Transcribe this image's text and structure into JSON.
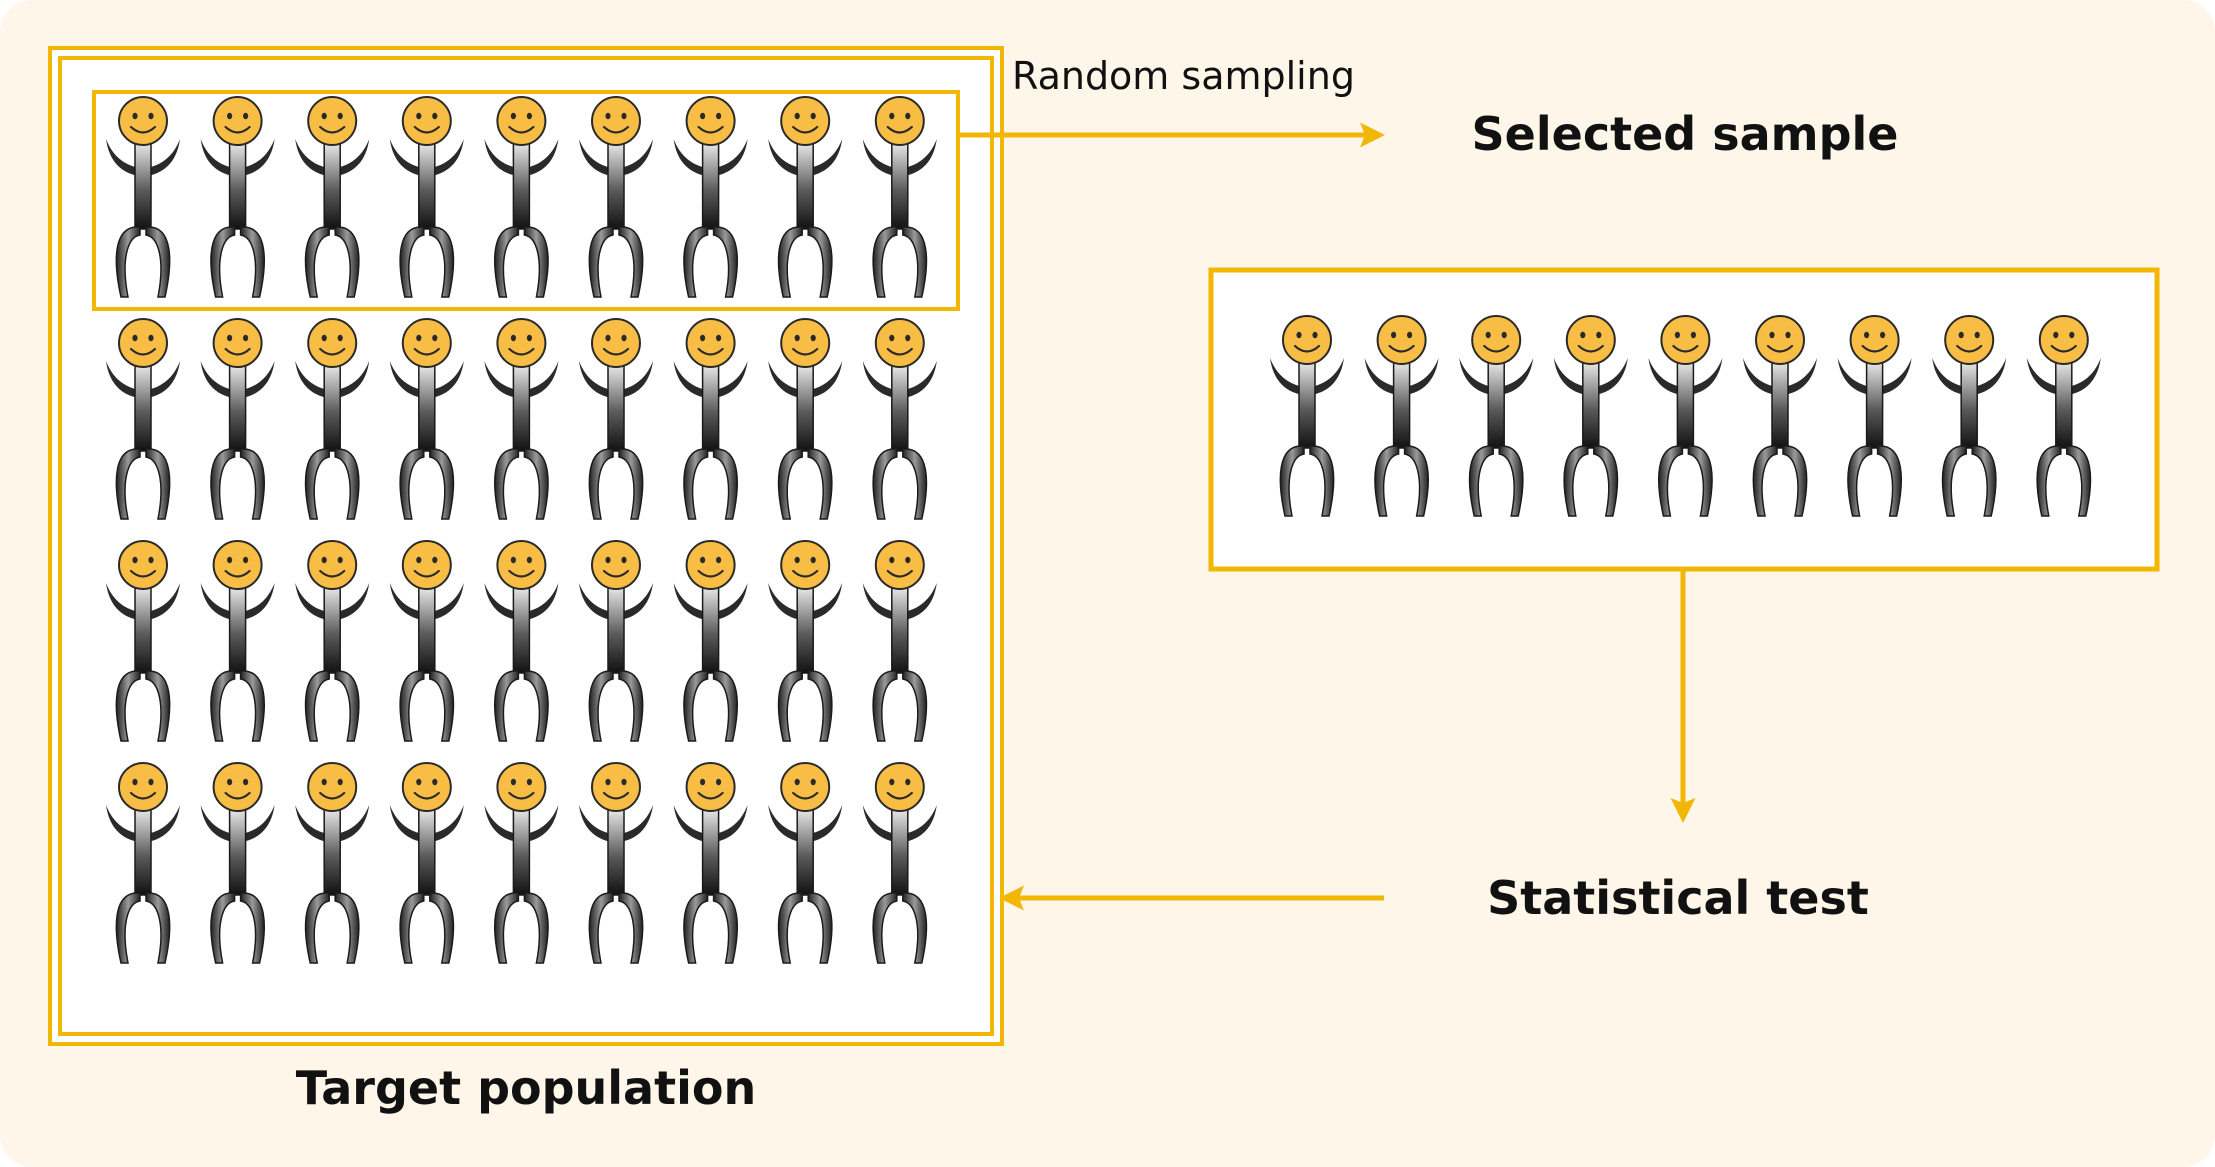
{
  "labels": {
    "random_sampling": "Random sampling",
    "selected_sample": "Selected sample",
    "statistical_test": "Statistical test",
    "target_population": "Target population"
  },
  "population": {
    "rows": 4,
    "per_row": 9
  },
  "sample": {
    "count": 9
  },
  "colors": {
    "background": "#fdf6e9",
    "accent": "#f2b705",
    "face": "#f7bd45",
    "figure_dark": "#2a2a2a",
    "text": "#111111"
  },
  "icons": {
    "person": "smiley-person-icon"
  }
}
